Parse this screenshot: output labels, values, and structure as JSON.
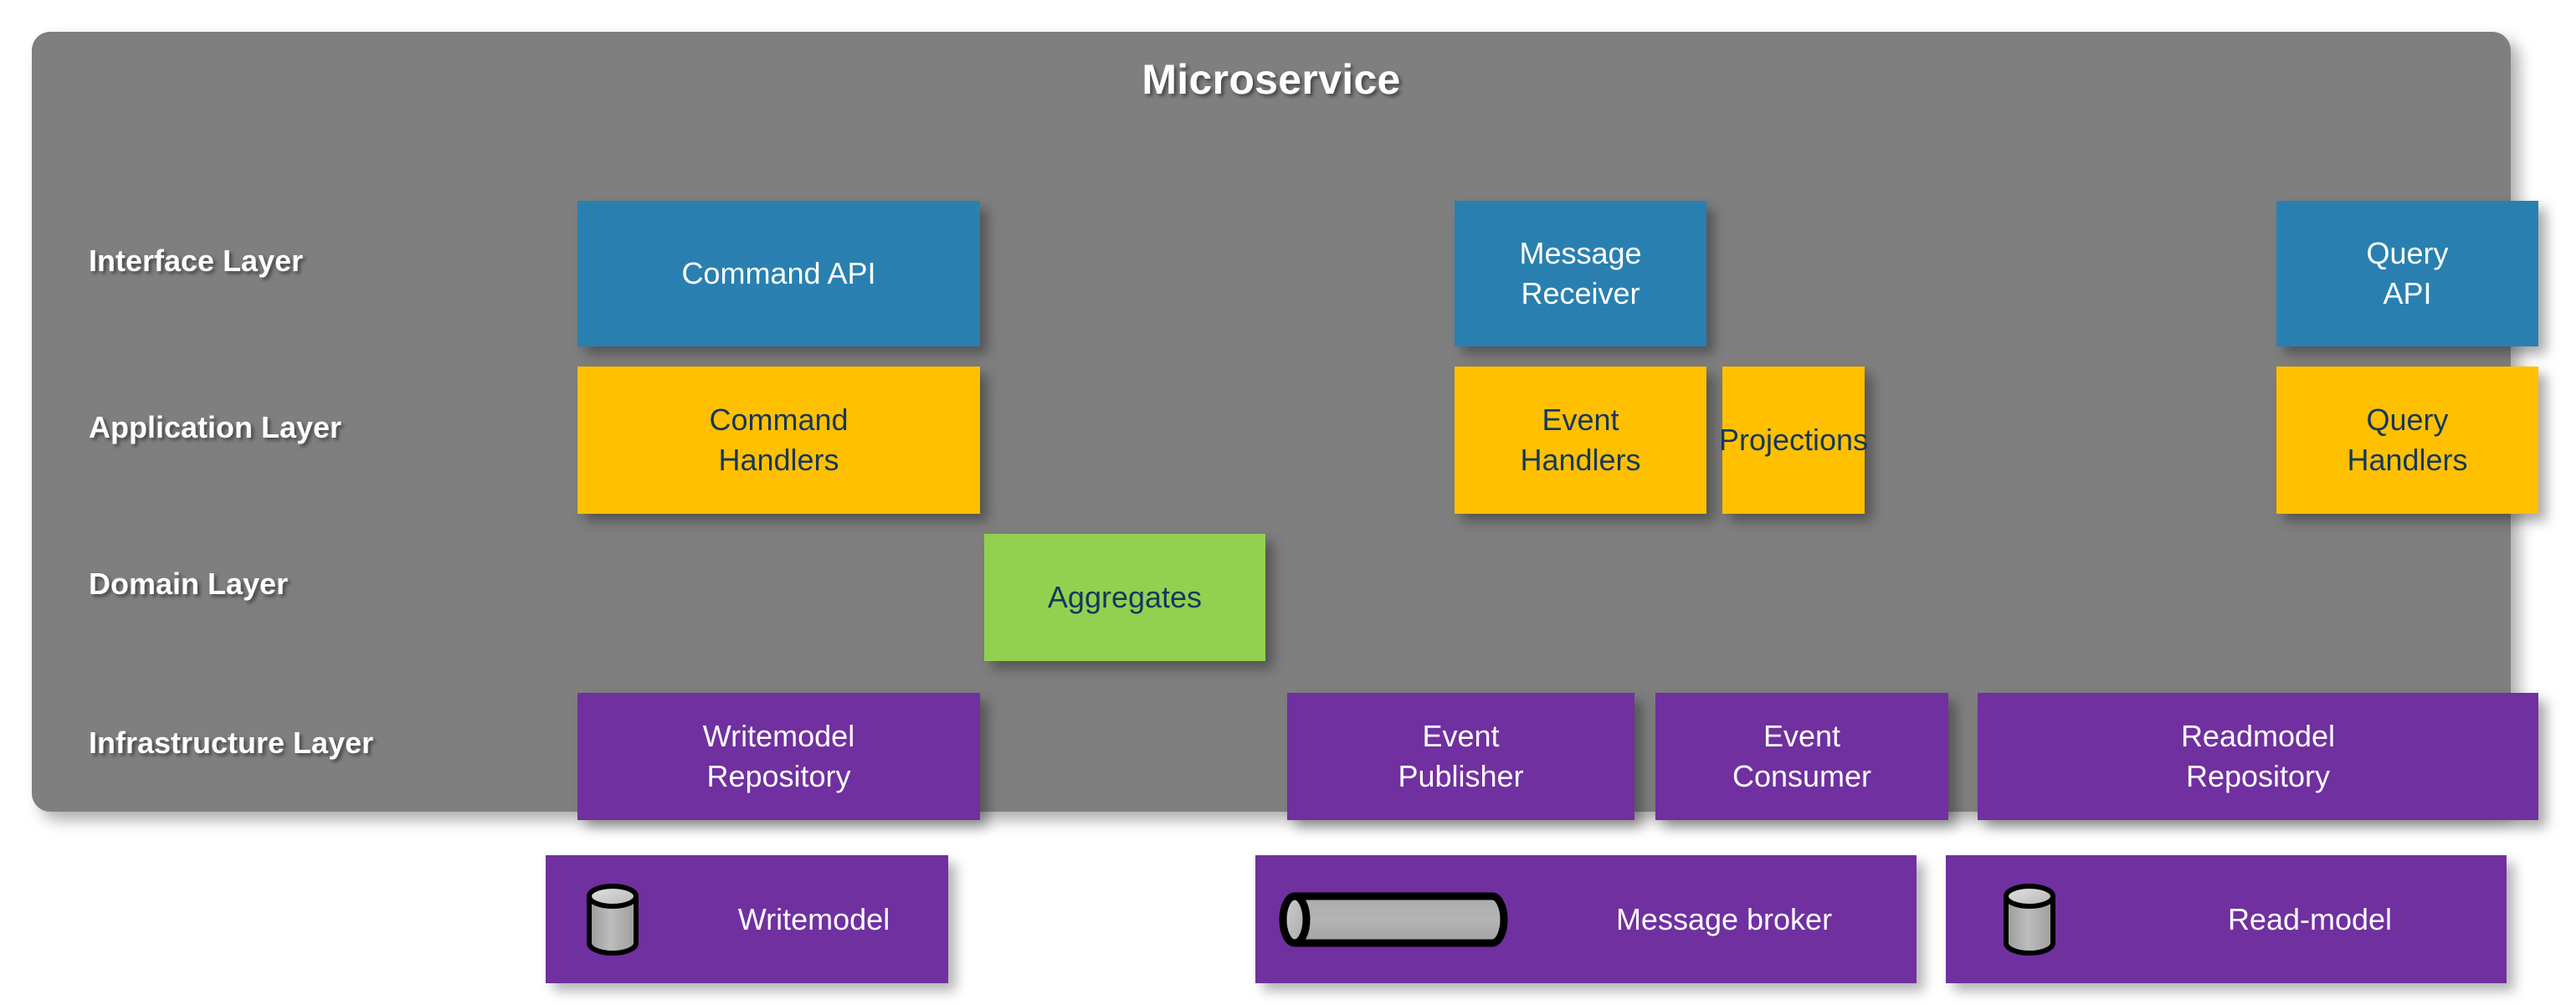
{
  "diagram": {
    "title": "Microservice",
    "container_color": "#7f7f7f",
    "page_background": "#ffffff"
  },
  "palette": {
    "interface_blue": "#2980b0",
    "application_yellow": "#ffc000",
    "domain_green": "#92d050",
    "infrastructure_purple": "#7030a0",
    "container_gray": "#7f7f7f",
    "dark_text_navy": "#15375e",
    "light_text": "#ffffff"
  },
  "layers": [
    {
      "id": "interface",
      "label": "Interface Layer"
    },
    {
      "id": "application",
      "label": "Application Layer"
    },
    {
      "id": "domain",
      "label": "Domain Layer"
    },
    {
      "id": "infrastructure",
      "label": "Infrastructure Layer"
    }
  ],
  "components": {
    "command_api": {
      "label": "Command API",
      "layer": "interface",
      "color": "#2980b0"
    },
    "message_receiver": {
      "label": "Message Receiver",
      "layer": "interface",
      "color": "#2980b0"
    },
    "query_api": {
      "label": "Query\nAPI",
      "layer": "interface",
      "color": "#2980b0"
    },
    "command_handlers": {
      "label": "Command\nHandlers",
      "layer": "application",
      "color": "#ffc000"
    },
    "event_handlers": {
      "label": "Event\nHandlers",
      "layer": "application",
      "color": "#ffc000"
    },
    "projections": {
      "label": "Projections",
      "layer": "application",
      "color": "#ffc000"
    },
    "query_handlers": {
      "label": "Query\nHandlers",
      "layer": "application",
      "color": "#ffc000"
    },
    "aggregates": {
      "label": "Aggregates",
      "layer": "domain",
      "color": "#92d050"
    },
    "writemodel_repository": {
      "label": "Writemodel\nRepository",
      "layer": "infrastructure",
      "color": "#7030a0"
    },
    "event_publisher": {
      "label": "Event\nPublisher",
      "layer": "infrastructure",
      "color": "#7030a0"
    },
    "event_consumer": {
      "label": "Event\nConsumer",
      "layer": "infrastructure",
      "color": "#7030a0"
    },
    "readmodel_repository": {
      "label": "Readmodel\nRepository",
      "layer": "infrastructure",
      "color": "#7030a0"
    }
  },
  "legend": {
    "items": [
      {
        "id": "writemodel",
        "label": "Writemodel",
        "icon": "database-cylinder-icon",
        "color": "#7030a0"
      },
      {
        "id": "message_broker",
        "label": "Message broker",
        "icon": "message-queue-horizontal-cylinder-icon",
        "color": "#7030a0"
      },
      {
        "id": "read_model",
        "label": "Read-model",
        "icon": "database-cylinder-icon",
        "color": "#7030a0"
      }
    ]
  }
}
